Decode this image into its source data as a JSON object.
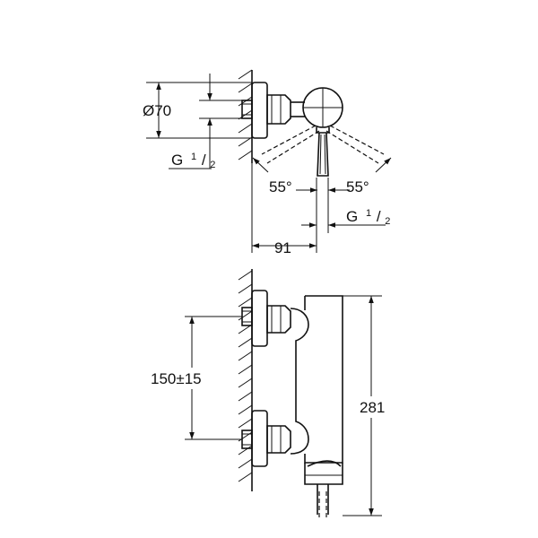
{
  "drawing": {
    "colors": {
      "line": "#111111",
      "background": "#ffffff"
    },
    "top_view": {
      "diameter_label": "Ø70",
      "inlet_thread_left": {
        "base": "G",
        "num": "1",
        "den": "2"
      },
      "inlet_thread_right": {
        "base": "G",
        "num": "1",
        "den": "2"
      },
      "angle_left": "55°",
      "angle_right": "55°",
      "projection": "91"
    },
    "side_view": {
      "center_distance": "150±15",
      "height": "281"
    }
  }
}
